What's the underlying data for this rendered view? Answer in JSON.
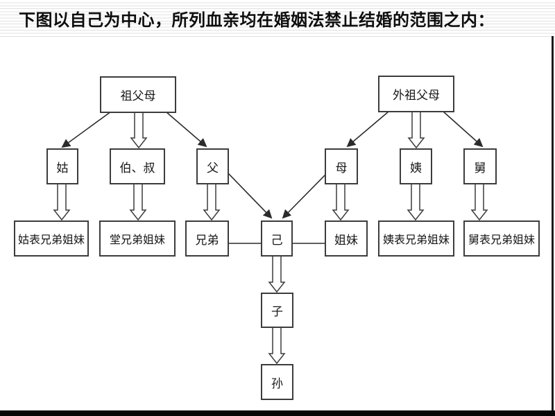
{
  "title": "下图以自己为中心，所列血亲均在婚姻法禁止结婚的范围之内：",
  "colors": {
    "box_border": "#3c3c3c",
    "arrow": "#2b2b2b",
    "bottom_bar": "#060606",
    "title_stripe": "#e0e0e0"
  },
  "diagram": {
    "nodes": {
      "zufumu": {
        "label": "祖父母"
      },
      "waizufumu": {
        "label": "外祖父母"
      },
      "gu": {
        "label": "姑"
      },
      "boshu": {
        "label": "伯、叔"
      },
      "fu": {
        "label": "父"
      },
      "mu": {
        "label": "母"
      },
      "yi": {
        "label": "姨"
      },
      "jiu": {
        "label": "舅"
      },
      "gubiao": {
        "label": "姑表兄弟姐妹"
      },
      "tang": {
        "label": "堂兄弟姐妹"
      },
      "xiongdi": {
        "label": "兄弟"
      },
      "ji": {
        "label": "己"
      },
      "jiemei": {
        "label": "姐妹"
      },
      "yibiao": {
        "label": "姨表兄弟姐妹"
      },
      "jiubiao": {
        "label": "舅表兄弟姐妹"
      },
      "zi": {
        "label": "子"
      },
      "sun": {
        "label": "孙"
      }
    },
    "edges": [
      {
        "from": "祖父母",
        "to": "姑",
        "style": "solid-arrow"
      },
      {
        "from": "祖父母",
        "to": "伯、叔",
        "style": "hollow-arrow"
      },
      {
        "from": "祖父母",
        "to": "父",
        "style": "solid-arrow"
      },
      {
        "from": "外祖父母",
        "to": "母",
        "style": "solid-arrow"
      },
      {
        "from": "外祖父母",
        "to": "姨",
        "style": "hollow-arrow"
      },
      {
        "from": "外祖父母",
        "to": "舅",
        "style": "solid-arrow"
      },
      {
        "from": "姑",
        "to": "姑表兄弟姐妹",
        "style": "hollow-arrow"
      },
      {
        "from": "伯、叔",
        "to": "堂兄弟姐妹",
        "style": "hollow-arrow"
      },
      {
        "from": "父",
        "to": "兄弟",
        "style": "hollow-arrow"
      },
      {
        "from": "父",
        "to": "己",
        "style": "solid-arrow"
      },
      {
        "from": "母",
        "to": "己",
        "style": "solid-arrow"
      },
      {
        "from": "母",
        "to": "姐妹",
        "style": "hollow-arrow"
      },
      {
        "from": "姨",
        "to": "姨表兄弟姐妹",
        "style": "hollow-arrow"
      },
      {
        "from": "舅",
        "to": "舅表兄弟姐妹",
        "style": "hollow-arrow"
      },
      {
        "from": "兄弟",
        "to": "己",
        "style": "line"
      },
      {
        "from": "己",
        "to": "姐妹",
        "style": "line"
      },
      {
        "from": "己",
        "to": "子",
        "style": "hollow-arrow"
      },
      {
        "from": "子",
        "to": "孙",
        "style": "hollow-arrow"
      }
    ]
  }
}
